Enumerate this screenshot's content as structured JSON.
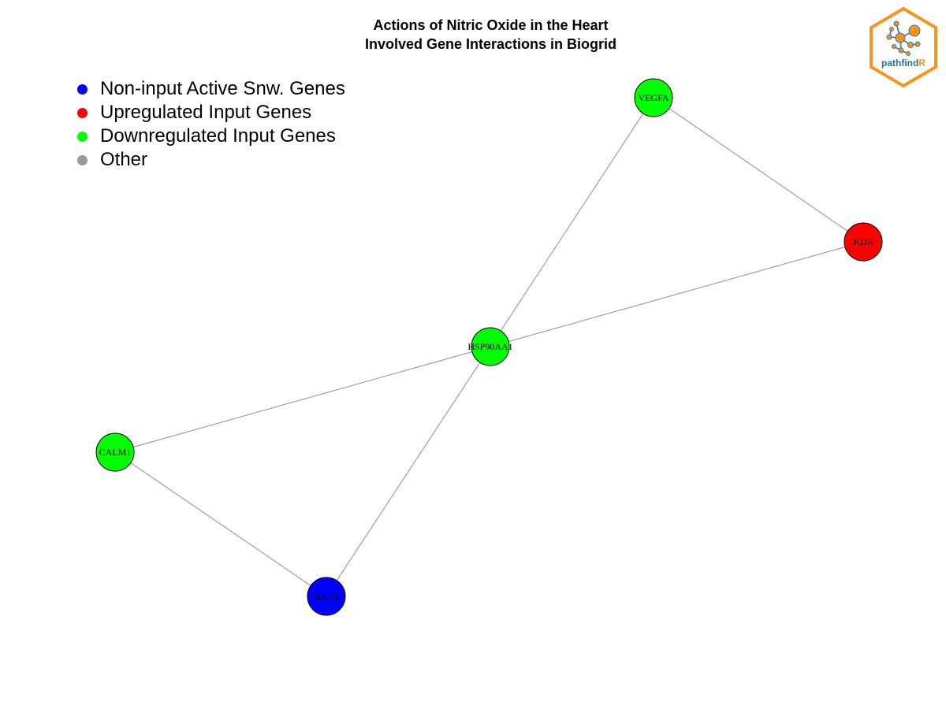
{
  "title": {
    "line1": "Actions of Nitric Oxide in the Heart",
    "line2": "Involved Gene Interactions in Biogrid"
  },
  "legend": [
    {
      "label": "Non-input Active Snw. Genes",
      "color": "#0000ff"
    },
    {
      "label": "Upregulated Input Genes",
      "color": "#ff0000"
    },
    {
      "label": "Downregulated Input Genes",
      "color": "#00ff00"
    },
    {
      "label": "Other",
      "color": "#999999"
    }
  ],
  "network": {
    "nodes": [
      {
        "id": "VEGFA",
        "label": "VEGFA",
        "group": "downregulated"
      },
      {
        "id": "KDR",
        "label": "KDR",
        "group": "upregulated"
      },
      {
        "id": "HSP90AA1",
        "label": "HSP90AA1",
        "group": "downregulated"
      },
      {
        "id": "CALM1",
        "label": "CALM1",
        "group": "downregulated"
      },
      {
        "id": "AKT1",
        "label": "AKT1",
        "group": "non-input"
      }
    ],
    "edges": [
      {
        "source": "VEGFA",
        "target": "KDR"
      },
      {
        "source": "VEGFA",
        "target": "HSP90AA1"
      },
      {
        "source": "KDR",
        "target": "HSP90AA1"
      },
      {
        "source": "HSP90AA1",
        "target": "CALM1"
      },
      {
        "source": "HSP90AA1",
        "target": "AKT1"
      },
      {
        "source": "CALM1",
        "target": "AKT1"
      }
    ],
    "group_colors": {
      "non-input": "#0000ff",
      "upregulated": "#ff0000",
      "downregulated": "#00ff00",
      "other": "#999999"
    },
    "edge_color": "#a0a0a0"
  },
  "logo": {
    "text_main": "pathfind",
    "text_accent": "R",
    "border_color": "#f7941d",
    "text_color": "#1f6f9f",
    "node_color": "#f7941d",
    "link_color": "#2a7ab0"
  }
}
